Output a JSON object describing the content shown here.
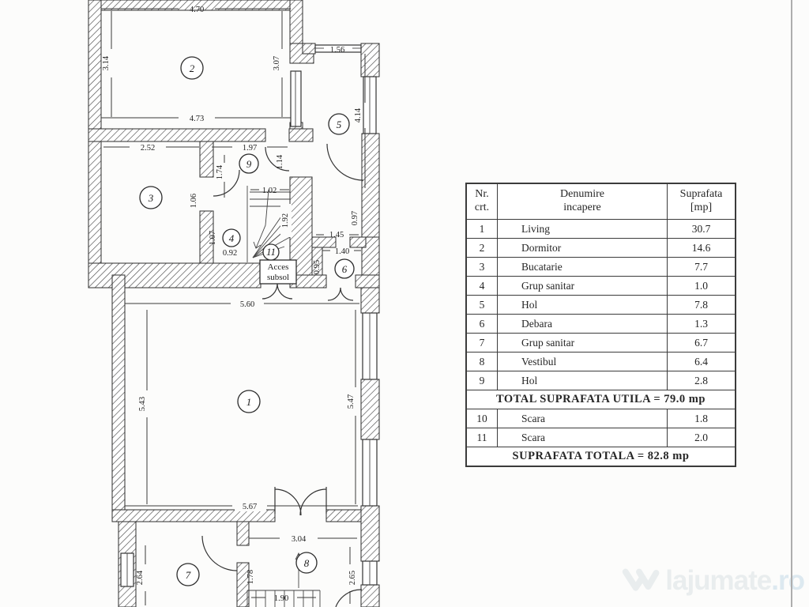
{
  "floorplan": {
    "rooms": {
      "r1": "1",
      "r2": "2",
      "r3": "3",
      "r4": "4",
      "r5": "5",
      "r6": "6",
      "r7": "7",
      "r8": "8",
      "r9": "9",
      "r11": "11"
    },
    "acces": {
      "line1": "Acces",
      "line2": "subsol"
    },
    "dims": {
      "d470": "4.70",
      "d473": "4.73",
      "d314": "3.14",
      "d307": "3.07",
      "d156": "1.56",
      "d414": "4.14",
      "d252": "2.52",
      "d197": "1.97",
      "d174": "1.74",
      "d114": "1.14",
      "d106": "1.06",
      "d102": "1.02",
      "d192": "1.92",
      "d107": "1.07",
      "d092": "0.92",
      "d145": "1.45",
      "d140": "1.40",
      "d095": "0.95",
      "d097": "0.97",
      "d560": "5.60",
      "d543": "5.43",
      "d547": "5.47",
      "d567": "5.67",
      "d304": "3.04",
      "d264": "2.64",
      "d178": "1.78",
      "d265": "2.65",
      "d190": "1.90"
    }
  },
  "table": {
    "header": {
      "nr1": "Nr.",
      "nr2": "crt.",
      "den1": "Denumire",
      "den2": "incapere",
      "sup1": "Suprafata",
      "sup2": "[mp]"
    },
    "rows": [
      {
        "nr": "1",
        "name": "Living",
        "area": "30.7"
      },
      {
        "nr": "2",
        "name": "Dormitor",
        "area": "14.6"
      },
      {
        "nr": "3",
        "name": "Bucatarie",
        "area": "7.7"
      },
      {
        "nr": "4",
        "name": "Grup sanitar",
        "area": "1.0"
      },
      {
        "nr": "5",
        "name": "Hol",
        "area": "7.8"
      },
      {
        "nr": "6",
        "name": "Debara",
        "area": "1.3"
      },
      {
        "nr": "7",
        "name": "Grup sanitar",
        "area": "6.7"
      },
      {
        "nr": "8",
        "name": "Vestibul",
        "area": "6.4"
      },
      {
        "nr": "9",
        "name": "Hol",
        "area": "2.8"
      }
    ],
    "total_utila": "TOTAL SUPRAFATA UTILA = 79.0 mp",
    "stairs_rows": [
      {
        "nr": "10",
        "name": "Scara",
        "area": "1.8"
      },
      {
        "nr": "11",
        "name": "Scara",
        "area": "2.0"
      }
    ],
    "total": "SUPRAFATA TOTALA = 82.8 mp"
  },
  "watermark": {
    "name": "lajumate",
    "tld": ".ro"
  }
}
